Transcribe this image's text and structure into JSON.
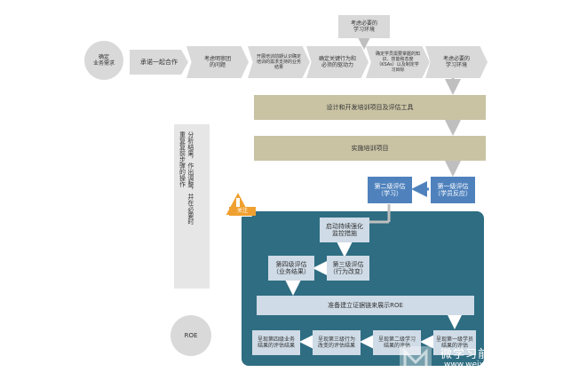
{
  "nodes": {
    "business_needs": "确定\n业务需求",
    "commit_cooperate": "承诺一起合作",
    "consider_clarified": "考虑明审团\n的问题",
    "build_understanding": "开展培训前期认识确定培训的需求支持的业务结果",
    "key_behaviors": "确定关键行为和\n必须的驱动力",
    "identify_ksas": "确定学员需要掌握的知识、技能和态度（KSAs）以及制定学习目标",
    "required_env_top": "考虑必要的\n学习环境",
    "required_env_right": "考虑必要的\n学习环境",
    "design_develop": "设计和开发培训项目及评估工具",
    "implement": "实施培训项目",
    "level2": "第二级评估\n（学习）",
    "level1": "第一级评估\n（学员反应）",
    "continuous_reinforcement": "启动持续强化\n监控措施",
    "level4": "第四级评估\n（业务结果）",
    "level3": "第三级评估\n（行为改变）",
    "prepare_roe": "准备建立证据链来展示ROE",
    "present_l1": "呈现第一级学员\n结果的评估",
    "present_l2": "呈现第二级学习\n结果的评估",
    "present_l3": "呈现第三级行为\n改变的评估结果",
    "present_l4": "呈现第四级业务\n结果的评估结果",
    "roe": "ROE"
  },
  "side_note": "分析结果，作出调整，并在必要时\n重复复前步骤的操作",
  "warning_label": "关注",
  "watermark": {
    "line1": "微学习前沿",
    "line2": "www.weixuexi.org"
  },
  "colors": {
    "gray": "#d9d9d9",
    "olive": "#c9c3a4",
    "blue": "#4f82bd",
    "teal": "#2e6d82",
    "warning": "#f0a030"
  }
}
